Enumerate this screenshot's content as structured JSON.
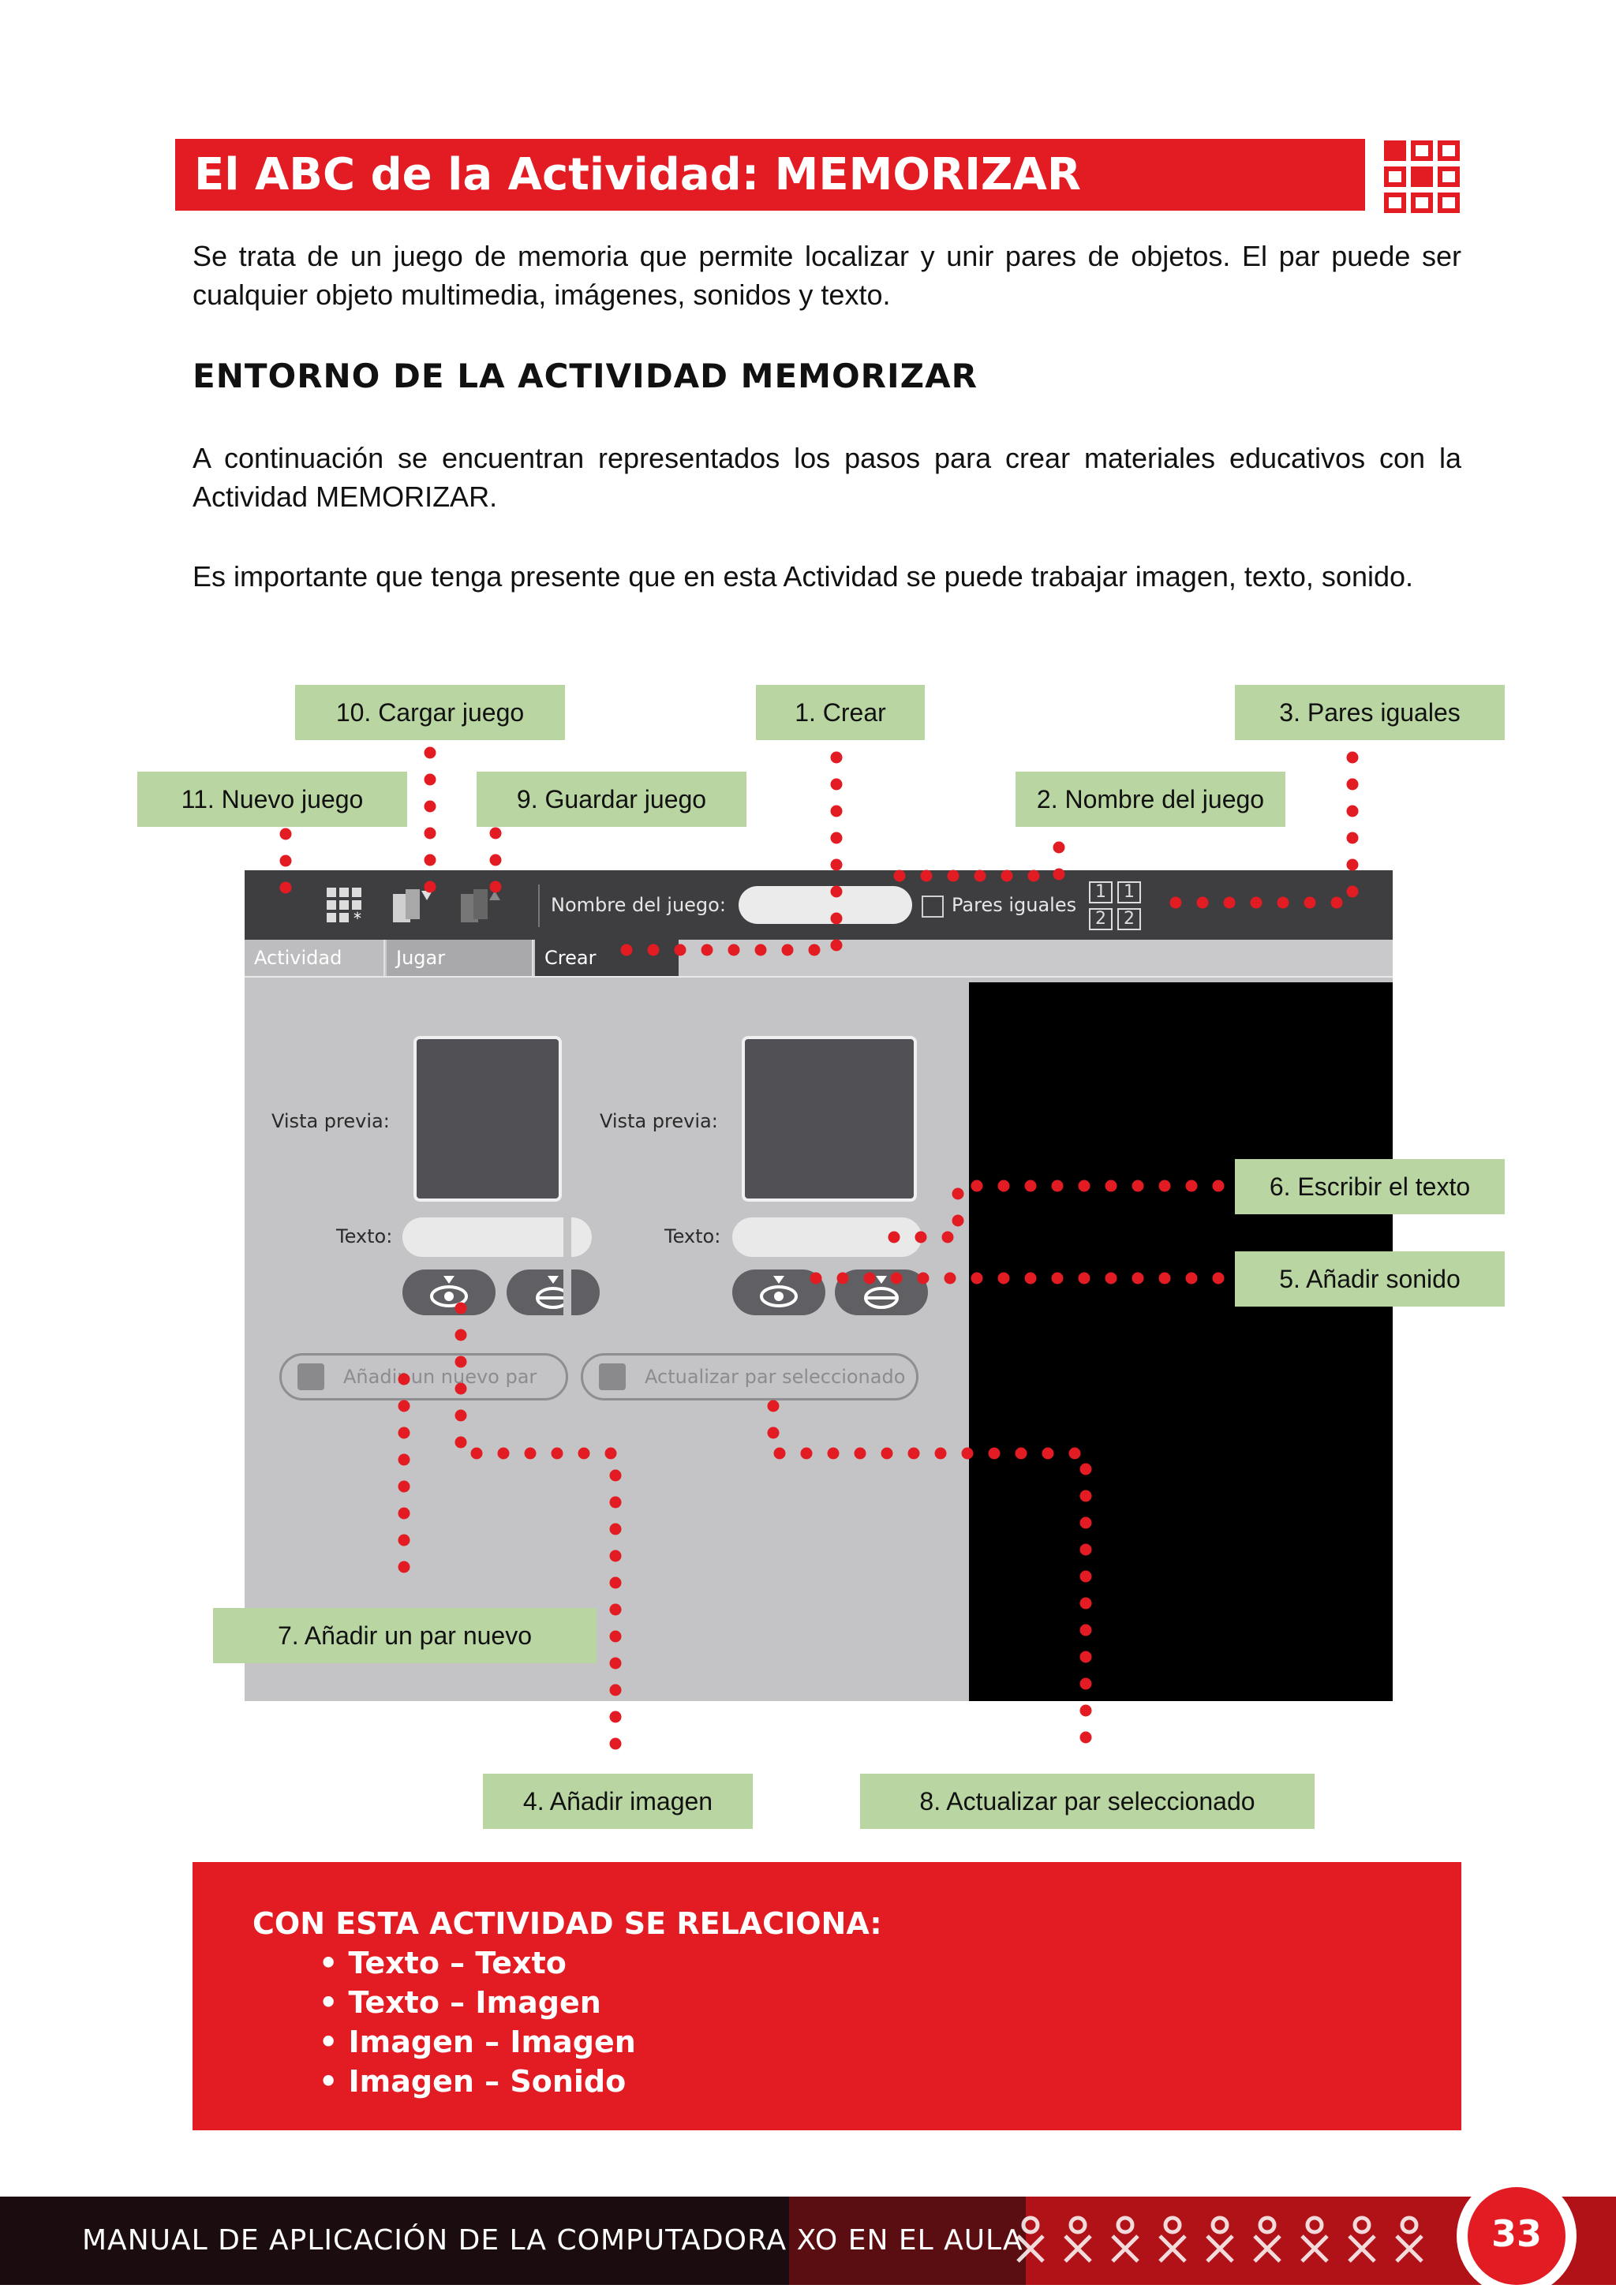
{
  "header": {
    "title": "El ABC de la Actividad: MEMORIZAR"
  },
  "intro": "Se trata de un juego de memoria que permite localizar y unir pares de objetos. El par puede ser cualquier objeto multimedia, imágenes, sonidos y texto.",
  "section_title": "ENTORNO DE LA ACTIVIDAD MEMORIZAR",
  "paragraph_1": "A continuación se encuentran representados los pasos para crear materiales educativos con la Actividad MEMORIZAR.",
  "paragraph_2": "Es importante que tenga presente que en esta Actividad se puede trabajar imagen, texto, sonido.",
  "callouts": {
    "c1": "1. Crear",
    "c2": "2. Nombre del juego",
    "c3": "3. Pares iguales",
    "c4": "4. Añadir imagen",
    "c5": "5. Añadir sonido",
    "c6": "6. Escribir el texto",
    "c7": "7. Añadir un par nuevo",
    "c8": "8. Actualizar par seleccionado",
    "c9": "9. Guardar juego",
    "c10": "10. Cargar juego",
    "c11": "11. Nuevo juego"
  },
  "screenshot": {
    "game_name_label": "Nombre del juego:",
    "equal_pairs_label": "Pares iguales",
    "tabs": [
      "Actividad",
      "Jugar",
      "Crear"
    ],
    "preview_label": "Vista previa:",
    "text_label": "Texto:",
    "add_pair_button": "Añadir un nuevo par",
    "update_pair_button": "Actualizar par seleccionado",
    "grid_icon_digits": [
      "1",
      "1",
      "2",
      "2"
    ]
  },
  "info_box": {
    "heading": "CON ESTA ACTIVIDAD SE RELACIONA:",
    "items": [
      "• Texto – Texto",
      "• Texto – Imagen",
      "• Imagen – Imagen",
      "• Imagen – Sonido"
    ]
  },
  "footer": {
    "text": "MANUAL DE APLICACIÓN DE LA COMPUTADORA XO EN EL AULA",
    "page_number": "33"
  },
  "colors": {
    "brand_red": "#e31b23",
    "callout_green": "#b9d6a2",
    "dot_red": "#e31b23"
  }
}
